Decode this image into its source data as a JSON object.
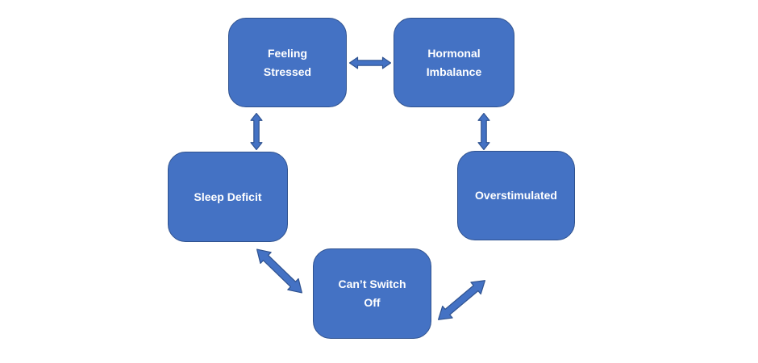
{
  "diagram": {
    "type": "cycle-diagram",
    "nodes": [
      {
        "id": "feeling-stressed",
        "label": "Feeling\nStressed"
      },
      {
        "id": "hormonal-imbalance",
        "label": "Hormonal\nImbalance"
      },
      {
        "id": "sleep-deficit",
        "label": "Sleep Deficit"
      },
      {
        "id": "overstimulated",
        "label": "Overstimulated"
      },
      {
        "id": "cant-switch-off",
        "label": "Can’t Switch\nOff"
      }
    ],
    "connections": [
      {
        "from": "feeling-stressed",
        "to": "hormonal-imbalance",
        "type": "double-arrow",
        "orientation": "horizontal"
      },
      {
        "from": "feeling-stressed",
        "to": "sleep-deficit",
        "type": "double-arrow",
        "orientation": "vertical"
      },
      {
        "from": "hormonal-imbalance",
        "to": "overstimulated",
        "type": "double-arrow",
        "orientation": "vertical"
      },
      {
        "from": "sleep-deficit",
        "to": "cant-switch-off",
        "type": "double-arrow",
        "orientation": "diagonal"
      },
      {
        "from": "cant-switch-off",
        "to": "overstimulated",
        "type": "double-arrow",
        "orientation": "diagonal"
      }
    ],
    "colors": {
      "node_fill": "#4472C4",
      "node_border": "#2F528F",
      "arrow_fill": "#4472C4",
      "arrow_border": "#2F528F",
      "text": "#FFFFFF",
      "background": "#FFFFFF"
    }
  }
}
